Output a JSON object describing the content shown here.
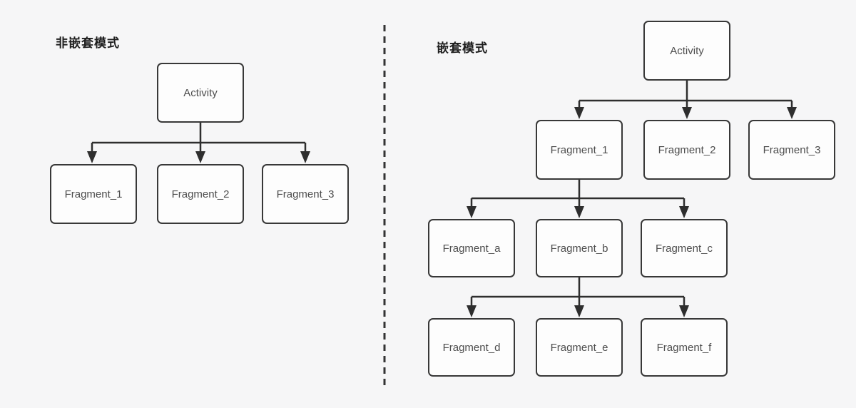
{
  "left_panel": {
    "title": "非嵌套模式",
    "root_label": "Activity",
    "children": [
      {
        "label": "Fragment_1"
      },
      {
        "label": "Fragment_2"
      },
      {
        "label": "Fragment_3"
      }
    ]
  },
  "right_panel": {
    "title": "嵌套模式",
    "root_label": "Activity",
    "level1": [
      {
        "label": "Fragment_1"
      },
      {
        "label": "Fragment_2"
      },
      {
        "label": "Fragment_3"
      }
    ],
    "level2": [
      {
        "label": "Fragment_a"
      },
      {
        "label": "Fragment_b"
      },
      {
        "label": "Fragment_c"
      }
    ],
    "level3": [
      {
        "label": "Fragment_d"
      },
      {
        "label": "Fragment_e"
      },
      {
        "label": "Fragment_f"
      }
    ]
  },
  "colors": {
    "background": "#f6f6f7",
    "node_fill": "#fdfdfd",
    "node_border": "#383838",
    "connector": "#2e2e2e",
    "divider": "#333333",
    "node_text": "#4d4d4d",
    "title_text": "#1e1e1e"
  }
}
